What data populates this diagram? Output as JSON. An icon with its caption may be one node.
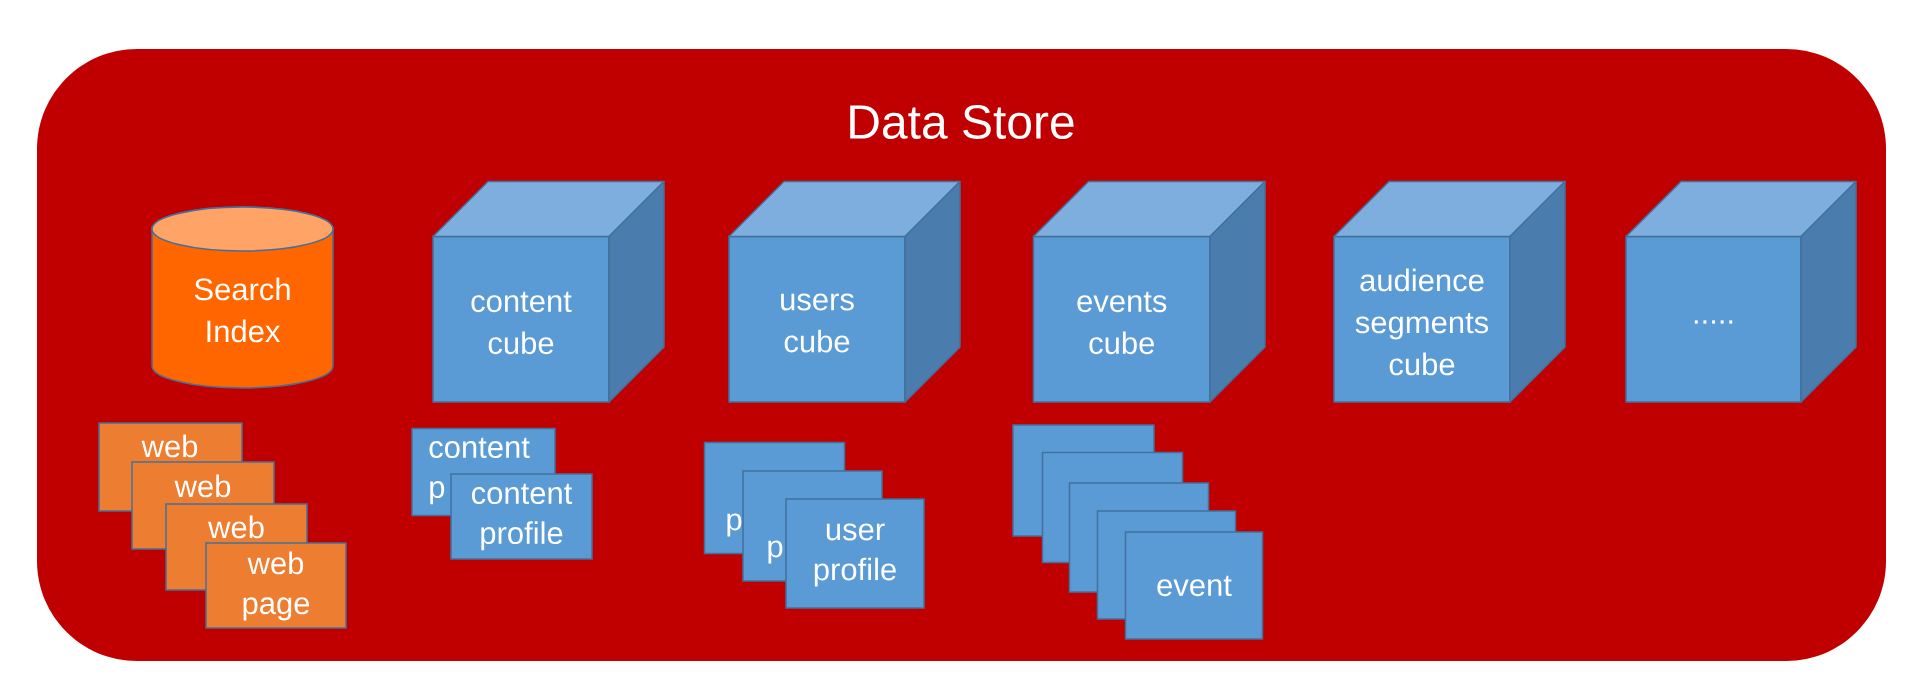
{
  "diagram": {
    "nodes": [
      {
        "text": [
          "Data Store"
        ]
      },
      {
        "text": [
          "Search Index"
        ],
        "in": 0
      },
      {
        "text": [
          "content cube"
        ],
        "in": 0
      },
      {
        "text": [
          "users cube"
        ],
        "in": 0
      },
      {
        "text": [
          "events cube"
        ],
        "in": 0
      },
      {
        "text": [
          "audience segments cube"
        ],
        "in": 0
      },
      {
        "text": [
          "....."
        ],
        "in": 0
      },
      {
        "text": [
          "web"
        ],
        "in": 0
      },
      {
        "text": [
          "web"
        ],
        "in": 0
      },
      {
        "text": [
          "web"
        ],
        "in": 0
      },
      {
        "text": [
          "web page"
        ],
        "in": 0
      },
      {
        "text": [
          "content p"
        ],
        "in": 0
      },
      {
        "text": [
          "content profile"
        ],
        "in": 0
      },
      {
        "text": [
          "p"
        ],
        "in": 0
      },
      {
        "text": [
          "p"
        ],
        "in": 0
      },
      {
        "text": [
          "user profile"
        ],
        "in": 0
      },
      {
        "text": [],
        "shape": "box",
        "in": 0
      },
      {
        "text": [],
        "shape": "box",
        "in": 0
      },
      {
        "text": [],
        "shape": "box",
        "in": 0
      },
      {
        "text": [],
        "shape": "box",
        "in": 0
      },
      {
        "text": [
          "event"
        ],
        "in": 0
      }
    ]
  }
}
